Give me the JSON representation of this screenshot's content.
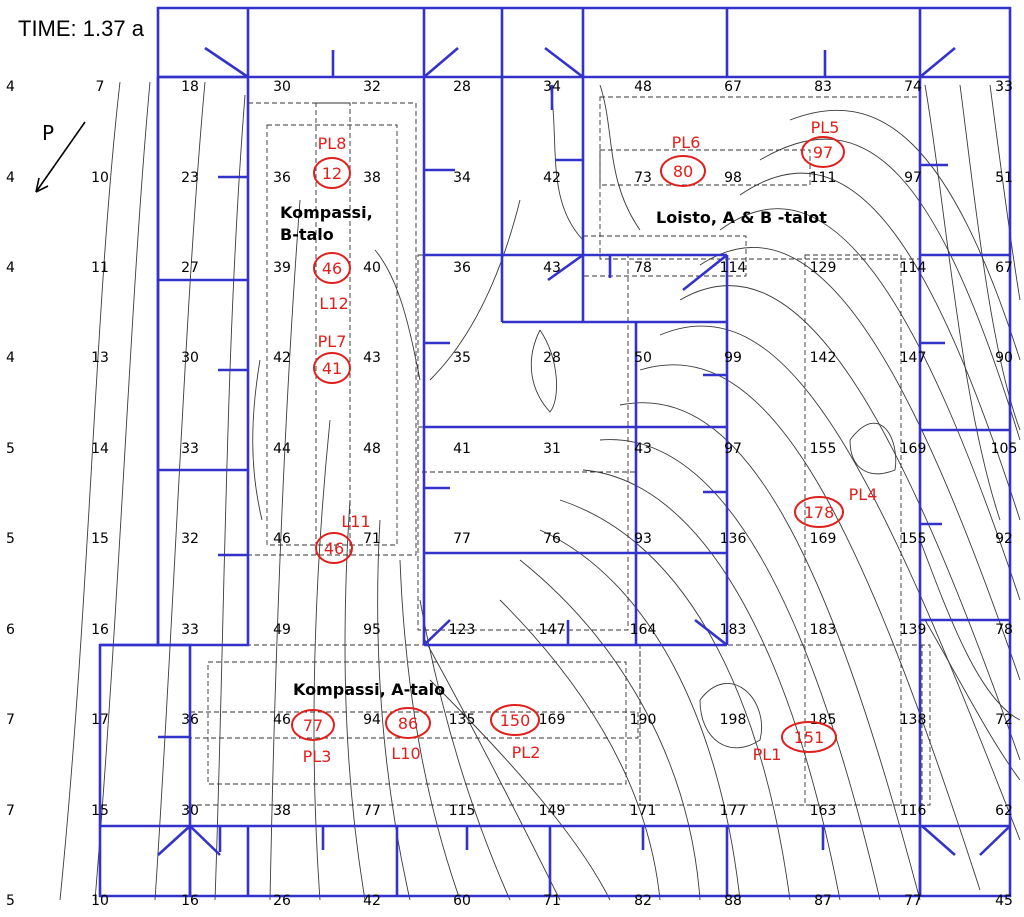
{
  "time_label": "TIME: 1.37 a",
  "north_label": "P",
  "buildings": {
    "kompassi_b": "Kompassi,",
    "kompassi_b2": "B-talo",
    "loisto": "Loisto, A & B -talot",
    "kompassi_a": "Kompassi, A-talo"
  },
  "colors": {
    "wall": "#3333cc",
    "marker": "#e0201c",
    "contour": "#3a3a3a",
    "dashed": "#333333",
    "text": "#000000"
  },
  "grid": {
    "rows": [
      [
        "4",
        "7",
        "18",
        "30",
        "32",
        "28",
        "34",
        "48",
        "67",
        "83",
        "74",
        "33"
      ],
      [
        "4",
        "10",
        "23",
        "36",
        "38",
        "34",
        "42",
        "73",
        "98",
        "111",
        "97",
        "51"
      ],
      [
        "4",
        "11",
        "27",
        "39",
        "40",
        "36",
        "43",
        "78",
        "114",
        "129",
        "114",
        "67"
      ],
      [
        "4",
        "13",
        "30",
        "42",
        "43",
        "35",
        "28",
        "50",
        "99",
        "142",
        "147",
        "90"
      ],
      [
        "5",
        "14",
        "33",
        "44",
        "48",
        "41",
        "31",
        "43",
        "97",
        "155",
        "169",
        "105"
      ],
      [
        "5",
        "15",
        "32",
        "46",
        "71",
        "77",
        "76",
        "93",
        "136",
        "169",
        "155",
        "92"
      ],
      [
        "6",
        "16",
        "33",
        "49",
        "95",
        "123",
        "147",
        "164",
        "183",
        "183",
        "139",
        "78"
      ],
      [
        "7",
        "17",
        "36",
        "46",
        "94",
        "135",
        "169",
        "190",
        "198",
        "185",
        "138",
        "72"
      ],
      [
        "7",
        "15",
        "30",
        "38",
        "77",
        "115",
        "149",
        "171",
        "177",
        "163",
        "116",
        "62"
      ],
      [
        "5",
        "10",
        "16",
        "26",
        "42",
        "60",
        "71",
        "82",
        "88",
        "87",
        "77",
        "45"
      ]
    ]
  },
  "markers": [
    {
      "value": "12",
      "label": "PL8"
    },
    {
      "value": "46",
      "label": "L12"
    },
    {
      "value": "41",
      "label": "PL7"
    },
    {
      "value": "46",
      "label": "L11"
    },
    {
      "value": "80",
      "label": "PL6"
    },
    {
      "value": "97",
      "label": "PL5"
    },
    {
      "value": "178",
      "label": "PL4"
    },
    {
      "value": "151",
      "label": "PL1"
    },
    {
      "value": "77",
      "label": "PL3"
    },
    {
      "value": "86",
      "label": "L10"
    },
    {
      "value": "150",
      "label": "PL2"
    }
  ]
}
